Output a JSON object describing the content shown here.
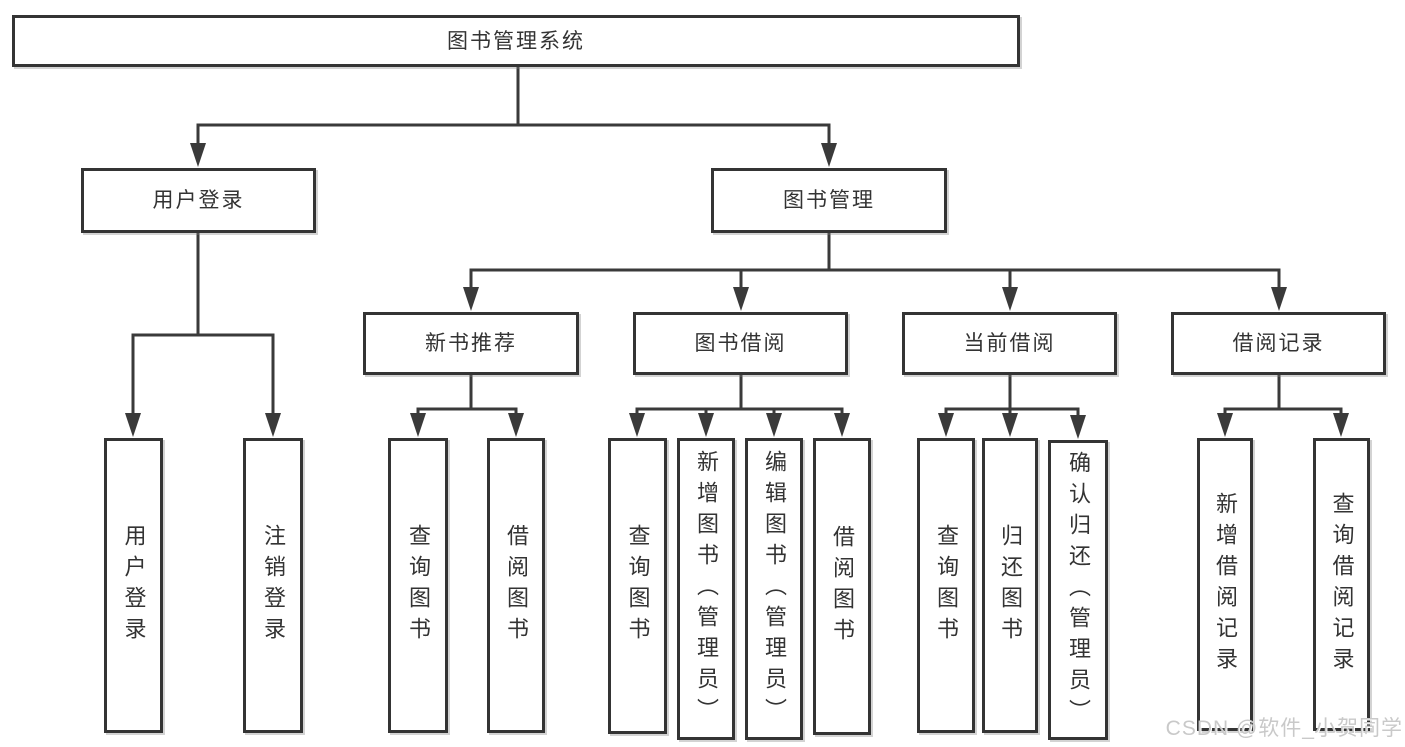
{
  "diagram": {
    "root": {
      "label": "图书管理系统",
      "children": [
        {
          "label": "用户登录",
          "children": [
            {
              "label": "用户登录"
            },
            {
              "label": "注销登录"
            }
          ]
        },
        {
          "label": "图书管理",
          "children": [
            {
              "label": "新书推荐",
              "children": [
                {
                  "label": "查询图书"
                },
                {
                  "label": "借阅图书"
                }
              ]
            },
            {
              "label": "图书借阅",
              "children": [
                {
                  "label": "查询图书"
                },
                {
                  "label": "新增图书（管理员）"
                },
                {
                  "label": "编辑图书（管理员）"
                },
                {
                  "label": "借阅图书"
                }
              ]
            },
            {
              "label": "当前借阅",
              "children": [
                {
                  "label": "查询图书"
                },
                {
                  "label": "归还图书"
                },
                {
                  "label": "确认归还（管理员）"
                }
              ]
            },
            {
              "label": "借阅记录",
              "children": [
                {
                  "label": "新增借阅记录"
                },
                {
                  "label": "查询借阅记录"
                }
              ]
            }
          ]
        }
      ]
    }
  },
  "watermark": {
    "text": "CSDN @软件_小贺同学"
  },
  "colors": {
    "line": "#3a3a3a",
    "box_border": "#343434",
    "text": "#333333",
    "watermark": "#c9c9c9",
    "background": "#ffffff"
  }
}
